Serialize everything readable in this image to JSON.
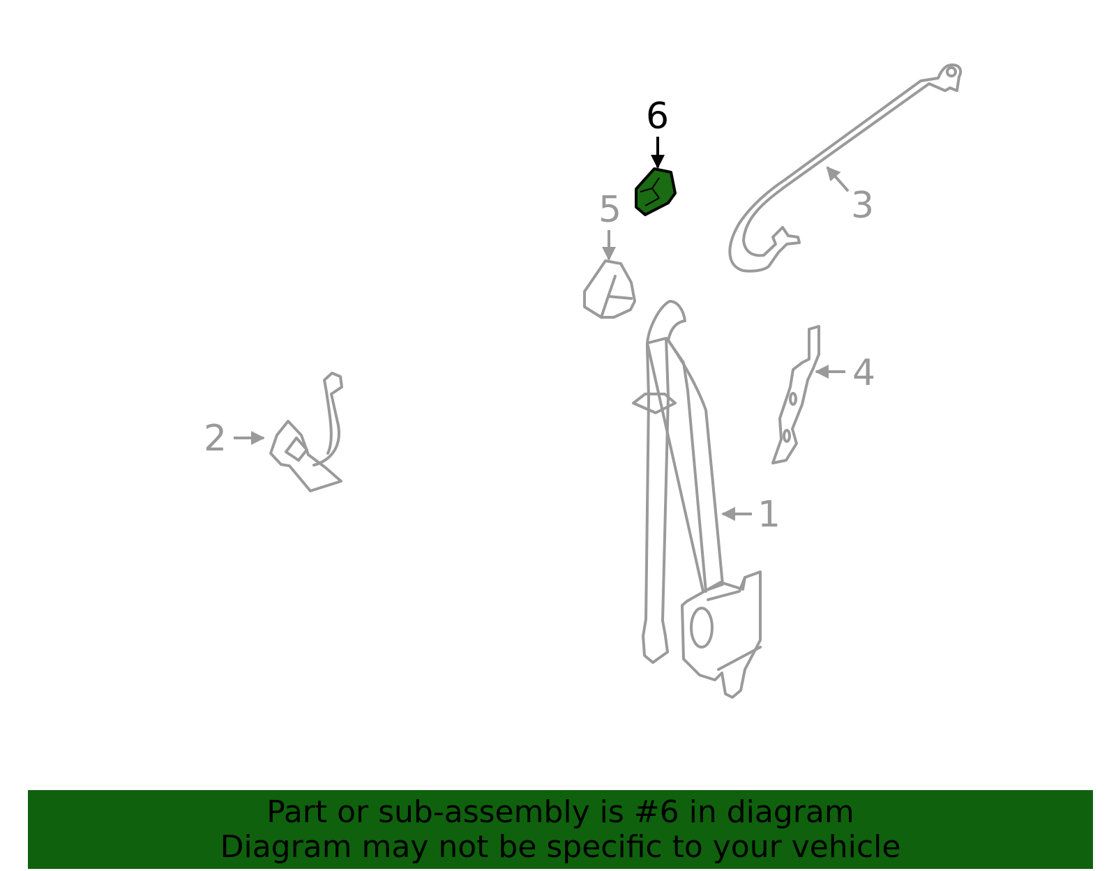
{
  "diagram": {
    "callouts": [
      {
        "label": "1"
      },
      {
        "label": "2"
      },
      {
        "label": "3"
      },
      {
        "label": "4"
      },
      {
        "label": "5"
      },
      {
        "label": "6",
        "highlighted": true
      }
    ],
    "highlight_color": "#1a6b12",
    "line_color": "#9a9a9a"
  },
  "banner": {
    "line1": "Part or sub-assembly is #6 in diagram",
    "line2": "Diagram may not be specific to your vehicle",
    "background": "#0f610d"
  }
}
